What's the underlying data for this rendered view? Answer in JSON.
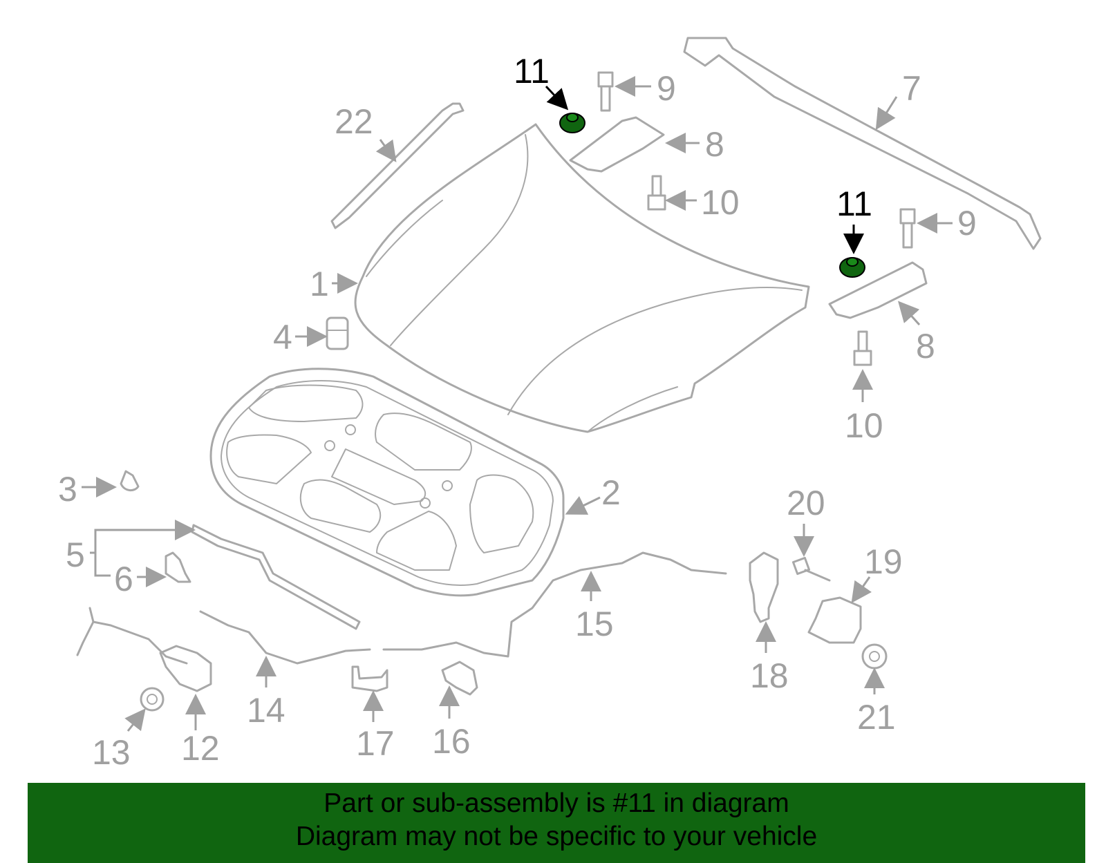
{
  "highlight_color": "#106510",
  "highlight_part": "11",
  "callouts": [
    "1",
    "2",
    "3",
    "4",
    "5",
    "6",
    "7",
    "8",
    "8",
    "9",
    "9",
    "10",
    "10",
    "11",
    "11",
    "12",
    "13",
    "14",
    "15",
    "16",
    "17",
    "18",
    "19",
    "20",
    "21",
    "22"
  ],
  "banner": {
    "line1": "Part or sub-assembly is #11 in diagram",
    "line2": "Diagram may not be specific to your vehicle"
  }
}
